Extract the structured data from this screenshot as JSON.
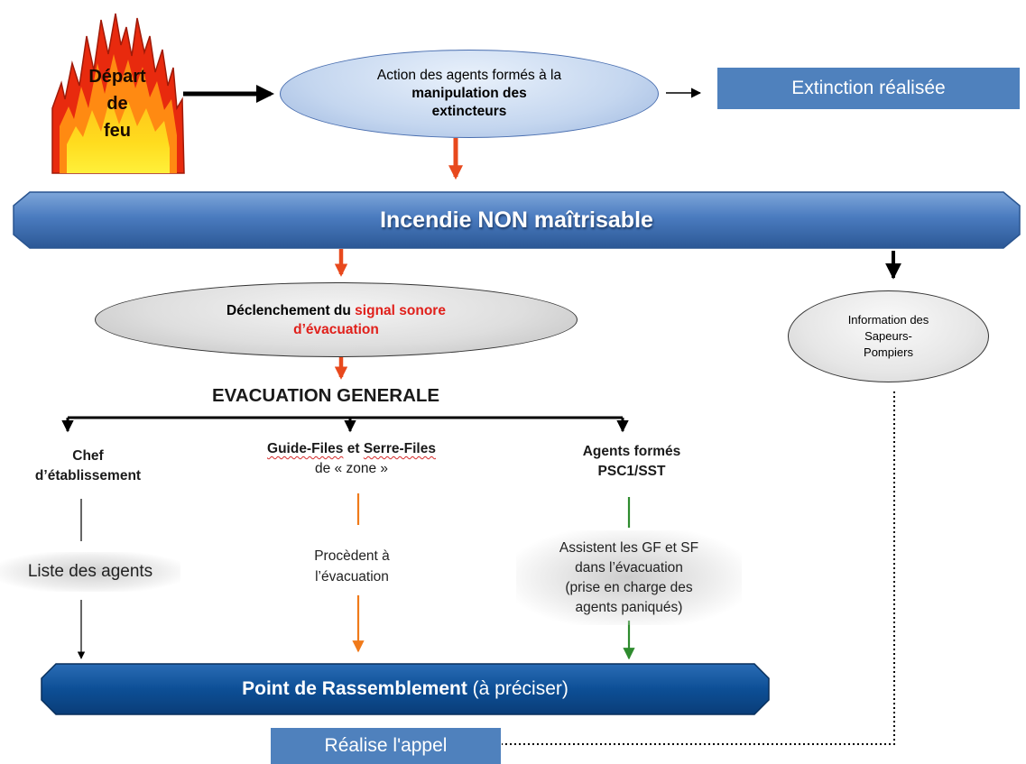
{
  "fire": {
    "line1": "Départ",
    "line2": "de",
    "line3": "feu"
  },
  "action": {
    "line1": "Action des agents formés à la",
    "line2": "manipulation des",
    "line3": "extincteurs"
  },
  "extinction": "Extinction réalisée",
  "banner": "Incendie  NON maîtrisable",
  "declenchement": {
    "prefix": "Déclenchement du ",
    "highlight1": "signal sonore",
    "highlight2": "d’évacuation"
  },
  "information": {
    "line1": "Information des",
    "line2": "Sapeurs-",
    "line3": "Pompiers"
  },
  "evacuation": "EVACUATION GENERALE",
  "chef": {
    "line1": "Chef",
    "line2": "d’établissement",
    "action": "Liste des agents"
  },
  "guides": {
    "part1": "Guide-Files",
    "part2": " et ",
    "part3": "Serre-Files",
    "line2": "de « zone »",
    "action1": "Procèdent à",
    "action2": "l’évacuation"
  },
  "agents": {
    "line1": "Agents formés",
    "line2": "PSC1/SST",
    "action1": "Assistent les GF et SF",
    "action2": "dans l’évacuation",
    "action3": "(prise en charge des",
    "action4": "agents paniqués)"
  },
  "point": {
    "bold": "Point de Rassemblement",
    "rest": " (à préciser)"
  },
  "appel": "Réalise l'appel",
  "colors": {
    "blue_box": "#4f81bd",
    "banner_blue": "#4a7bbf",
    "point_navy": "#0d4f96",
    "red_arrow": "#e8491d",
    "orange_line": "#f07a1a",
    "green_line": "#2e8b2e",
    "highlight_red": "#e0201b"
  }
}
